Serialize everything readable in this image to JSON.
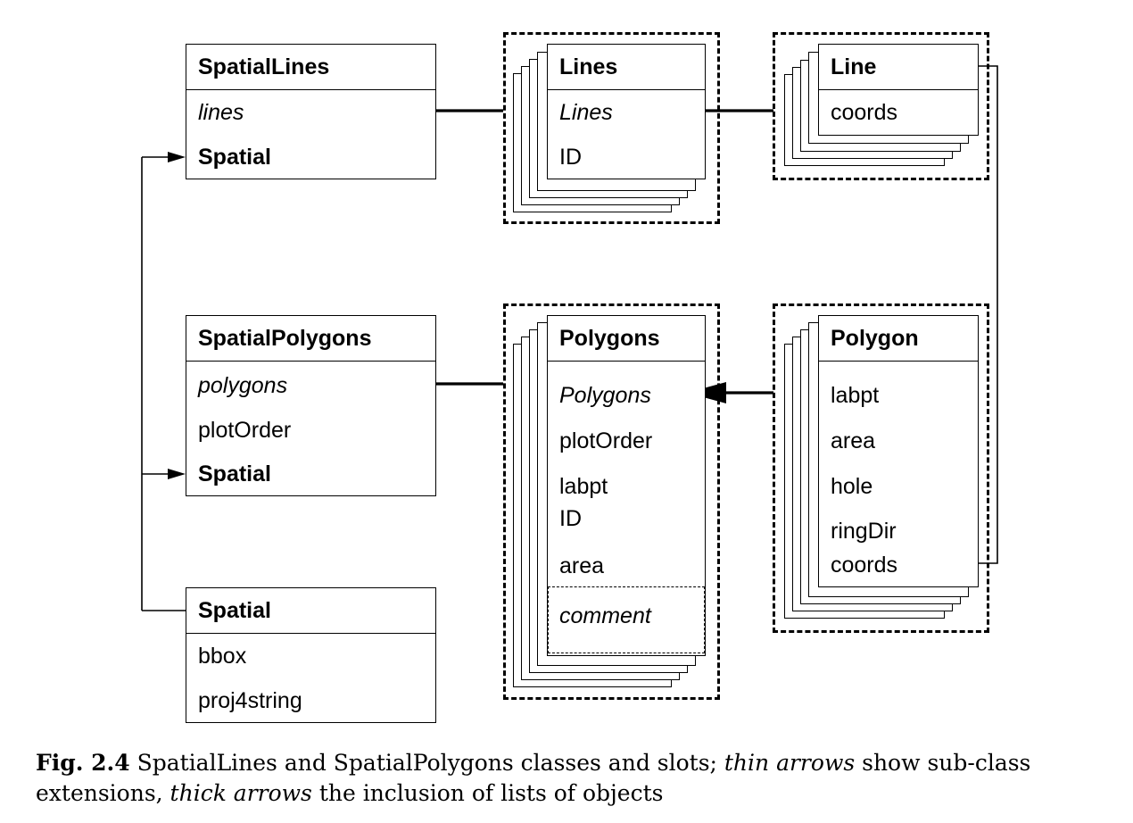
{
  "classes": {
    "spatial_lines": {
      "name": "SpatialLines",
      "slots": [
        "lines",
        "Spatial"
      ]
    },
    "spatial_polygons": {
      "name": "SpatialPolygons",
      "slots": [
        "polygons",
        "plotOrder",
        "Spatial"
      ]
    },
    "spatial": {
      "name": "Spatial",
      "slots": [
        "bbox",
        "proj4string"
      ]
    },
    "lines": {
      "name": "Lines",
      "slots": [
        "Lines",
        "ID"
      ]
    },
    "line": {
      "name": "Line",
      "slots": [
        "coords"
      ]
    },
    "polygons": {
      "name": "Polygons",
      "slots": [
        "Polygons",
        "plotOrder",
        "labpt",
        "ID",
        "area",
        "comment"
      ]
    },
    "polygon": {
      "name": "Polygon",
      "slots": [
        "labpt",
        "area",
        "hole",
        "ringDir",
        "coords"
      ]
    }
  },
  "caption": {
    "label": "Fig. 2.4",
    "text_1": " SpatialLines and SpatialPolygons classes and slots; ",
    "em_1": "thin arrows",
    "text_2": " show sub-class extensions, ",
    "em_2": "thick arrows",
    "text_3": " the inclusion of lists of objects"
  }
}
